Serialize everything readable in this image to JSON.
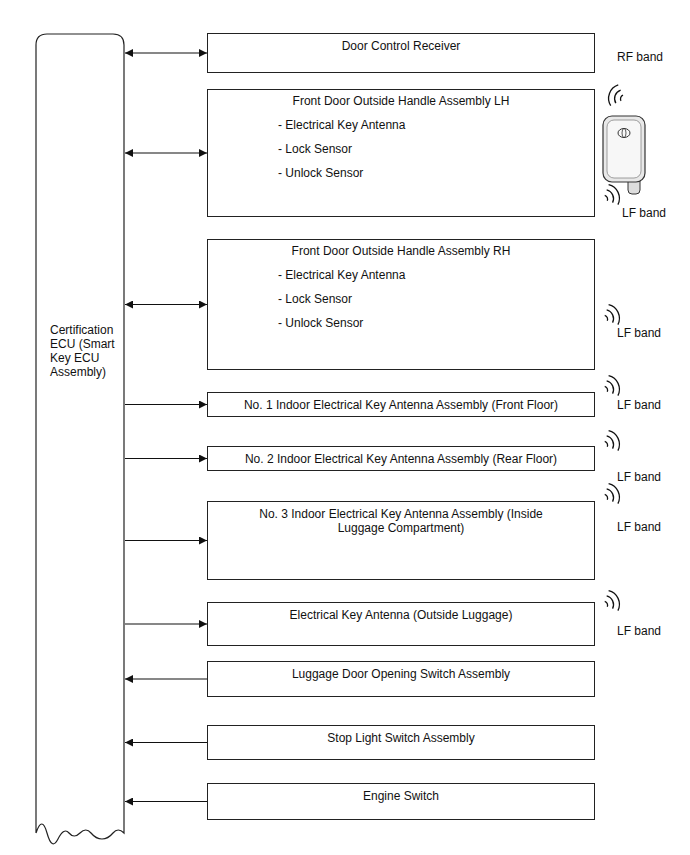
{
  "diagram": {
    "nodes": [
      {
        "text": [
          "Certification ECU (Smart Key ECU Assembly)"
        ]
      },
      {
        "text": [
          "Door Control Receiver"
        ]
      },
      {
        "text": [
          "Front Door Outside Handle Assembly LH",
          "- Electrical Key Antenna",
          "- Lock Sensor",
          "- Unlock Sensor"
        ]
      },
      {
        "text": [
          "Front Door Outside Handle Assembly RH",
          "- Electrical Key Antenna",
          "- Lock Sensor",
          "- Unlock Sensor"
        ]
      },
      {
        "text": [
          "No. 1 Indoor Electrical Key Antenna Assembly (Front Floor)"
        ]
      },
      {
        "text": [
          "No. 2 Indoor Electrical Key Antenna Assembly (Rear Floor)"
        ]
      },
      {
        "text": [
          "No. 3 Indoor Electrical Key Antenna Assembly (Inside Luggage Compartment)"
        ]
      },
      {
        "text": [
          "Electrical Key Antenna (Outside Luggage)"
        ]
      },
      {
        "text": [
          "Luggage Door Opening Switch Assembly"
        ]
      },
      {
        "text": [
          "Stop Light Switch Assembly"
        ]
      },
      {
        "text": [
          "Engine Switch"
        ]
      }
    ],
    "edges": [
      {
        "from": 0,
        "to": 1,
        "arrow": "both"
      },
      {
        "from": 0,
        "to": 2,
        "arrow": "both"
      },
      {
        "from": 0,
        "to": 3,
        "arrow": "both"
      },
      {
        "from": 0,
        "to": 4,
        "arrow": "to"
      },
      {
        "from": 0,
        "to": 5,
        "arrow": "to"
      },
      {
        "from": 0,
        "to": 6,
        "arrow": "to"
      },
      {
        "from": 0,
        "to": 7,
        "arrow": "to"
      },
      {
        "from": 8,
        "to": 0,
        "arrow": "to"
      },
      {
        "from": 9,
        "to": 0,
        "arrow": "to"
      },
      {
        "from": 10,
        "to": 0,
        "arrow": "to"
      }
    ],
    "labels": [
      "RF band",
      "LF band",
      "LF band",
      "LF band",
      "LF band",
      "LF band",
      "LF band"
    ]
  }
}
